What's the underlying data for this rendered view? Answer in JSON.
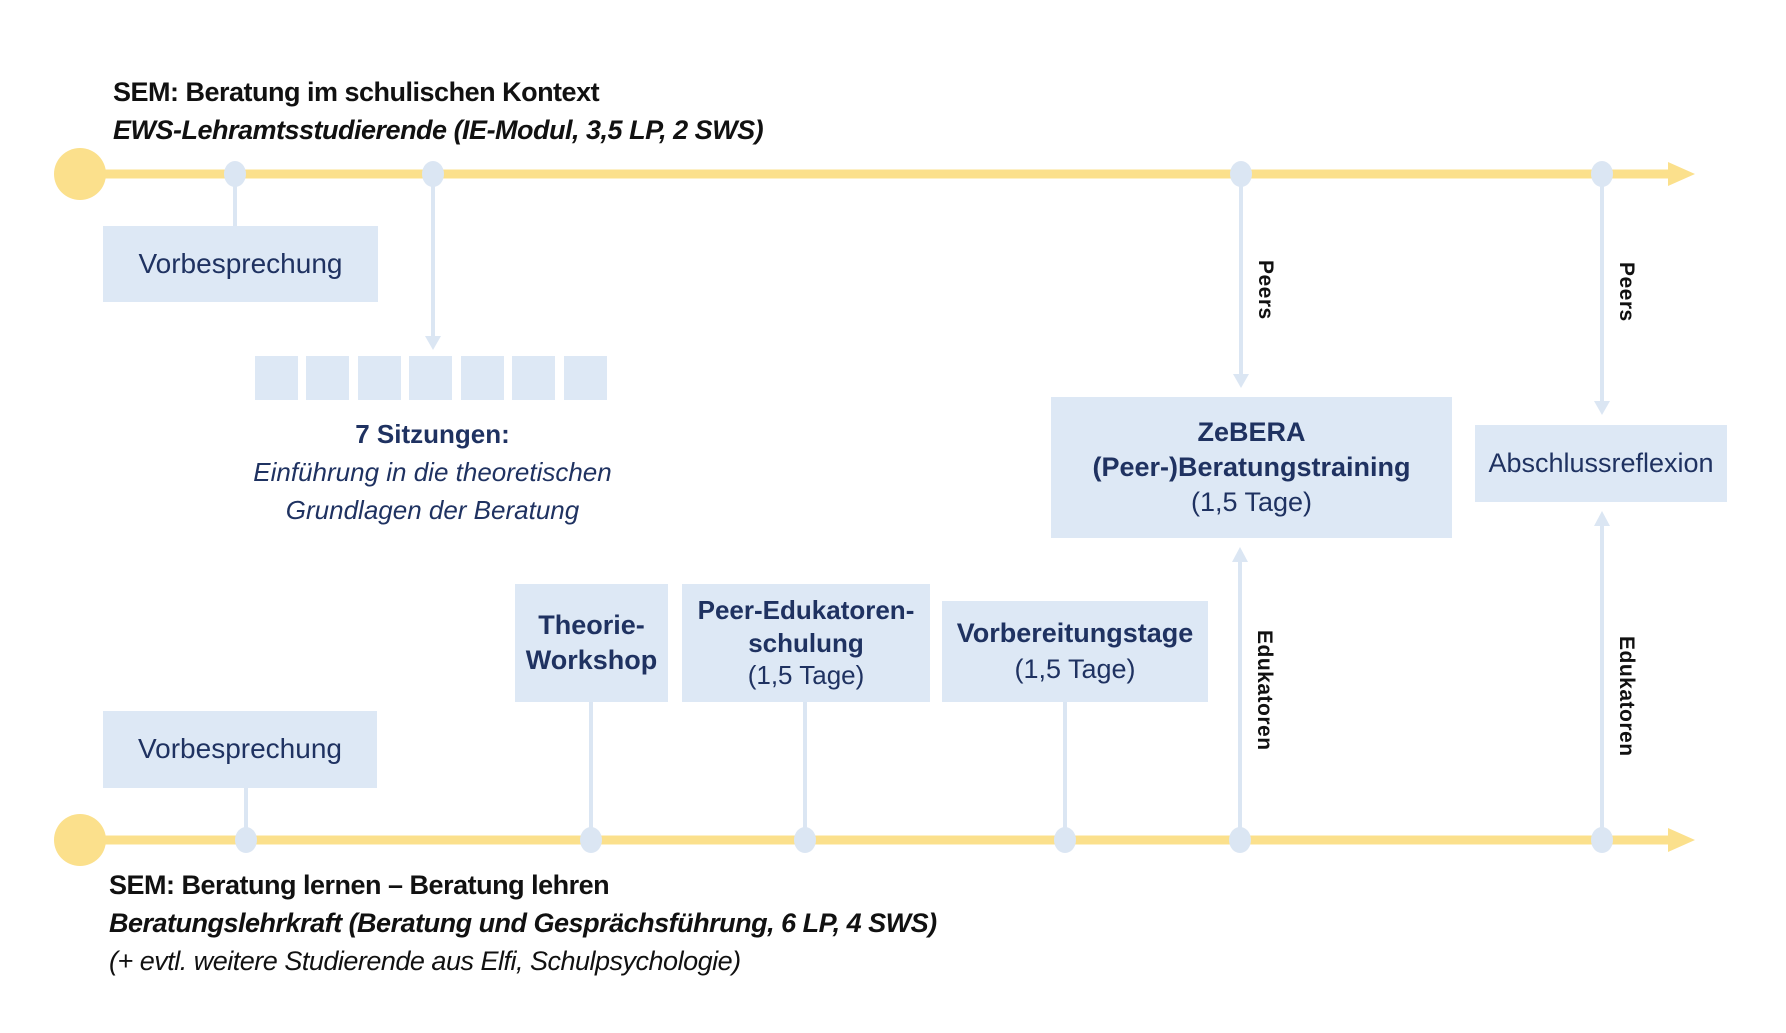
{
  "top_track": {
    "title": "SEM: Beratung im schulischen Kontext",
    "subtitle": "EWS-Lehramtsstudierende (IE-Modul, 3,5 LP, 2 SWS)",
    "vorbesprechung": "Vorbesprechung",
    "sessions": {
      "count": 7,
      "title": "7 Sitzungen:",
      "line1": "Einführung in die theoretischen",
      "line2": "Grundlagen der Beratung"
    },
    "peers_label_1": "Peers",
    "peers_label_2": "Peers"
  },
  "shared": {
    "zebera_title": "ZeBERA",
    "zebera_sub": "(Peer-)Beratungstraining",
    "zebera_duration": "(1,5 Tage)",
    "abschluss": "Abschlussreflexion"
  },
  "bottom_track": {
    "vorbesprechung": "Vorbesprechung",
    "theorie_1": "Theorie-",
    "theorie_2": "Workshop",
    "peer_edu_1": "Peer-Edukatoren-",
    "peer_edu_2": "schulung",
    "peer_edu_duration": "(1,5 Tage)",
    "vorbereitung": "Vorbereitungstage",
    "vorbereitung_duration": "(1,5 Tage)",
    "edukatoren_label_1": "Edukatoren",
    "edukatoren_label_2": "Edukatoren",
    "title": "SEM: Beratung lernen – Beratung lehren",
    "subtitle": "Beratungslehrkraft (Beratung und Gesprächsführung, 6 LP, 4 SWS)",
    "note": "(+  evtl. weitere Studierende aus Elfi, Schulpsychologie)"
  },
  "colors": {
    "timeline": "#fbe08c",
    "box": "#dde8f5",
    "connector": "#dbe6f3",
    "text": "#1f3261"
  }
}
